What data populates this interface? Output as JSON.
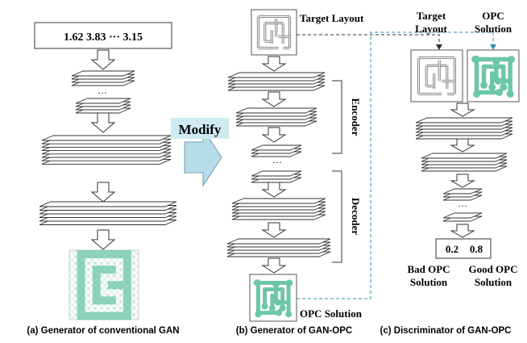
{
  "panel_a": {
    "input_vector": "1.62 3.83 ··· 3.15",
    "ellipsis": "···",
    "caption": "(a) Generator of conventional GAN"
  },
  "modify": {
    "label": "Modify",
    "arrow_color": "#b7dde8"
  },
  "panel_b": {
    "target_label": "Target Layout",
    "encoder_label": "Encoder",
    "decoder_label": "Decoder",
    "ellipsis": "···",
    "output_label": "OPC Solution",
    "caption": "(b) Generator of GAN-OPC"
  },
  "panel_c": {
    "target_label_line1": "Target",
    "target_label_line2": "Layout",
    "opc_label_line1": "OPC",
    "opc_label_line2": "Solution",
    "ellipsis": "···",
    "score_bad": "0.2",
    "score_good": "0.8",
    "bad_label_line1": "Bad OPC",
    "bad_label_line2": "Solution",
    "good_label_line1": "Good OPC",
    "good_label_line2": "Solution",
    "caption": "(c) Discriminator of GAN-OPC"
  },
  "colors": {
    "mask_green": "#6cc6a8",
    "dashed_line": "#2f8fb5",
    "layer_stroke": "#333333"
  }
}
